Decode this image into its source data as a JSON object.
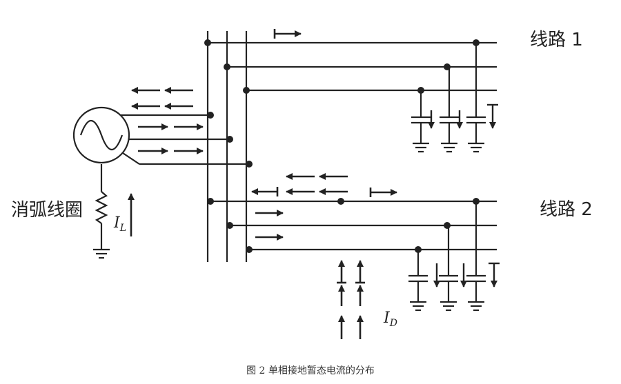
{
  "labels": {
    "line1": "线路 1",
    "line2": "线路 2",
    "coil": "消弧线圈",
    "il_main": "I",
    "il_sub": "L",
    "id_main": "I",
    "id_sub": "D"
  },
  "caption": "图 2 单相接地暂态电流的分布",
  "colors": {
    "ink": "#222222",
    "background": "#ffffff"
  }
}
